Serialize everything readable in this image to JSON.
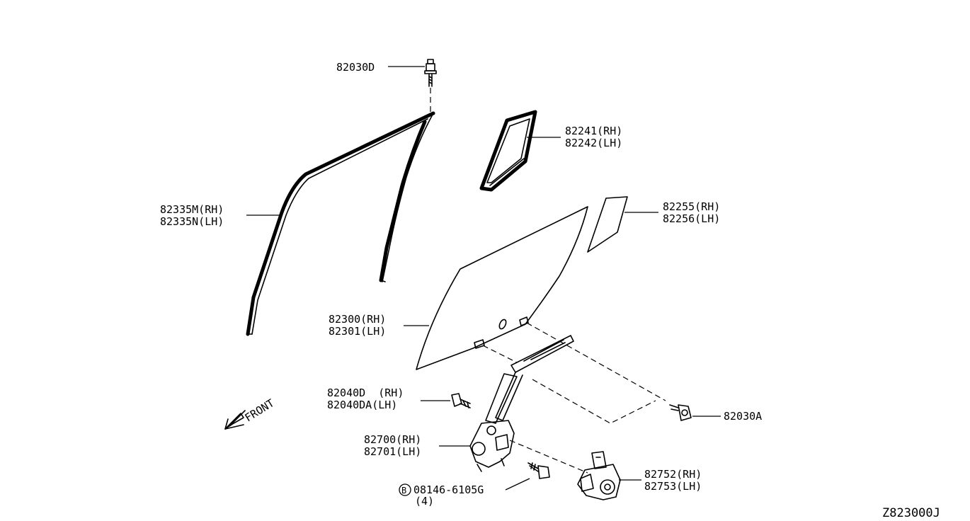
{
  "diagram_code": "Z823000J",
  "front_label": "FRONT",
  "callouts": [
    {
      "id": "bolt-top",
      "lines": [
        "82030D"
      ]
    },
    {
      "id": "glass-quarter",
      "lines": [
        "82241(RH)",
        "82242(LH)"
      ]
    },
    {
      "id": "sash-run",
      "lines": [
        "82335M(RH)",
        "82335N(LH)"
      ]
    },
    {
      "id": "quarter-film",
      "lines": [
        "82255(RH)",
        "82256(LH)"
      ]
    },
    {
      "id": "door-glass",
      "lines": [
        "82300(RH)",
        "82301(LH)"
      ]
    },
    {
      "id": "bolt-regulator",
      "lines": [
        "82040D  (RH)",
        "82040DA(LH)"
      ]
    },
    {
      "id": "bolt-right",
      "lines": [
        "82030A"
      ]
    },
    {
      "id": "regulator",
      "lines": [
        "82700(RH)",
        "82701(LH)"
      ]
    },
    {
      "id": "motor",
      "lines": [
        "82752(RH)",
        "82753(LH)"
      ]
    },
    {
      "id": "screw",
      "symbol": "B",
      "lines": [
        "08146-6105G",
        "(4)"
      ]
    }
  ]
}
